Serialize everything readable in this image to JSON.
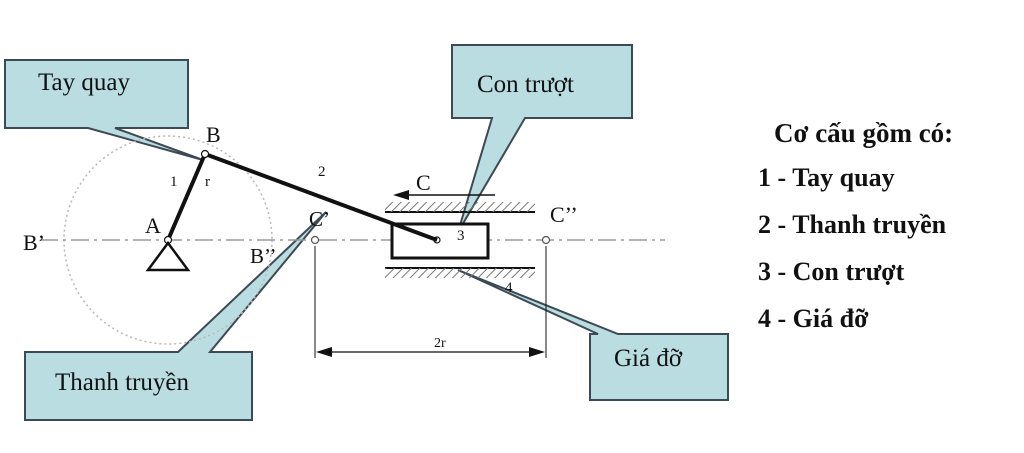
{
  "callouts": {
    "crank": "Tay quay",
    "slider": "Con trượt",
    "rod": "Thanh truyền",
    "frame": "Giá đỡ"
  },
  "labels": {
    "A": "A",
    "B": "B",
    "B_prime": "B’",
    "B_double": "B’’",
    "C": "C",
    "C_prime": "C’",
    "C_double": "C’’",
    "n1": "1",
    "r": "r",
    "n2": "2",
    "n3": "3",
    "n4": "4",
    "stroke": "2r"
  },
  "legend": {
    "title": "Cơ cấu gồm có:",
    "items": [
      "1 - Tay quay",
      "2 - Thanh truyền",
      "3 - Con trượt",
      "4 - Giá đỡ"
    ]
  },
  "colors": {
    "callout_fill": "#b9dde1",
    "callout_stroke": "#3d4a55",
    "hatch": "#777777",
    "line": "#111111",
    "dashdot": "#9a9a9a"
  }
}
